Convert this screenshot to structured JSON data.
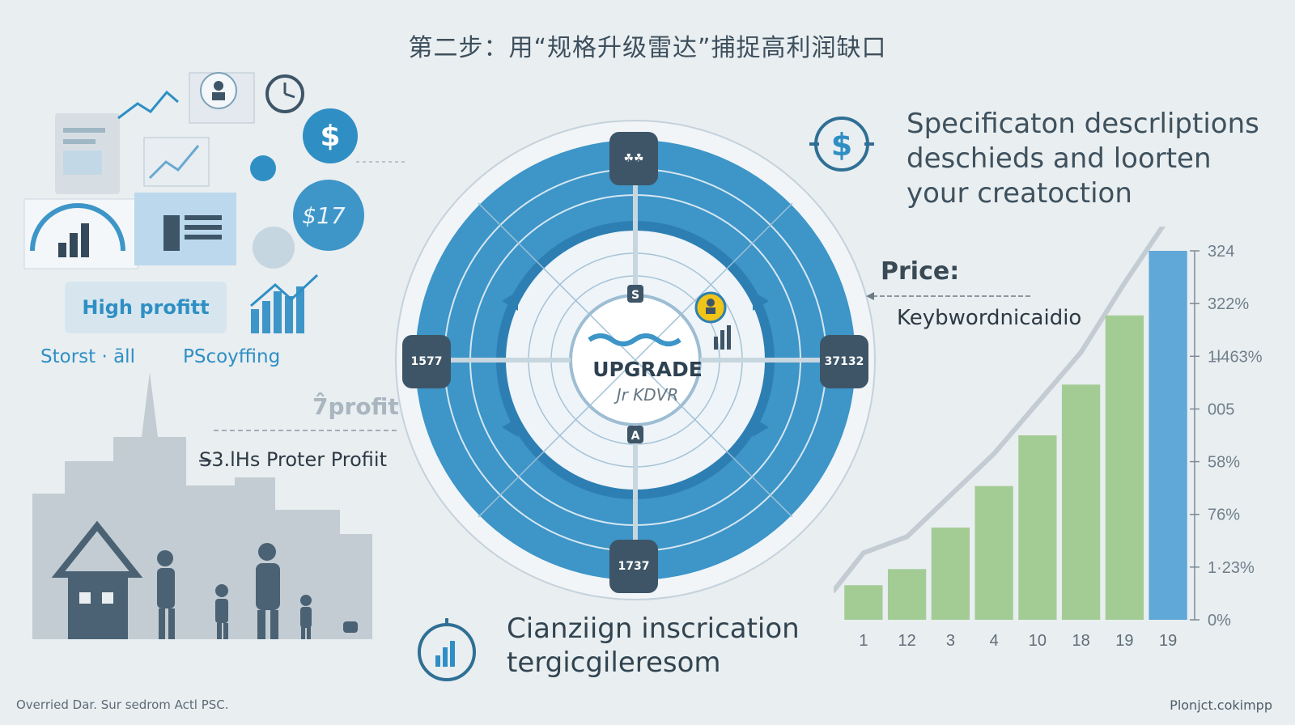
{
  "title": "第二步：用“规格升级雷达”捕捉高利润缺口",
  "left_panel": {
    "high_profit": "High profitt",
    "store_label": "Storst · āll",
    "psc_label": "PScoyffing",
    "profit_label": "7̂profit",
    "proter_profit": "S̶3.lHs Proter Profiit",
    "dollar_badge_1": "$",
    "dollar_badge_2": "$17"
  },
  "radar": {
    "center_title": "UPGRADE",
    "center_subtitle": "Jr KDVR",
    "node_top": "☘☘",
    "node_left": "1577",
    "node_right": "37132",
    "node_bottom": "1737",
    "marker_top": "S",
    "marker_bottom": "A"
  },
  "right_panel": {
    "spec_text": "Specificaton descrliptions deschieds and loorten your creatoction",
    "price_label": "Price:",
    "keyword_label": "Keybwordnicaidio"
  },
  "campaign_text_1": "Cianziign inscrication",
  "campaign_text_2": "tergicgileresom",
  "footer_left": "Overried Dar. Sur sedrom Actl PSC.",
  "footer_right": "Plonjct.cokimpp",
  "colors": {
    "accent_blue": "#3d95c8",
    "dark_blue": "#2d7fb3",
    "green": "#a3cc95",
    "node": "#3e5567"
  },
  "chart_data": {
    "type": "bar",
    "categories": [
      "1",
      "12",
      "3",
      "4",
      "10",
      "18",
      "19",
      "19"
    ],
    "values": [
      15,
      22,
      40,
      58,
      80,
      102,
      132,
      160
    ],
    "y_tick_labels": [
      "0%",
      "1·23%",
      "76%",
      "58%",
      "005",
      "1̶ǀ463%",
      "322%",
      "324"
    ],
    "series_colors": [
      "#a3cc95",
      "#a3cc95",
      "#a3cc95",
      "#a3cc95",
      "#a3cc95",
      "#a3cc95",
      "#a3cc95",
      "#5fa8d8"
    ]
  }
}
